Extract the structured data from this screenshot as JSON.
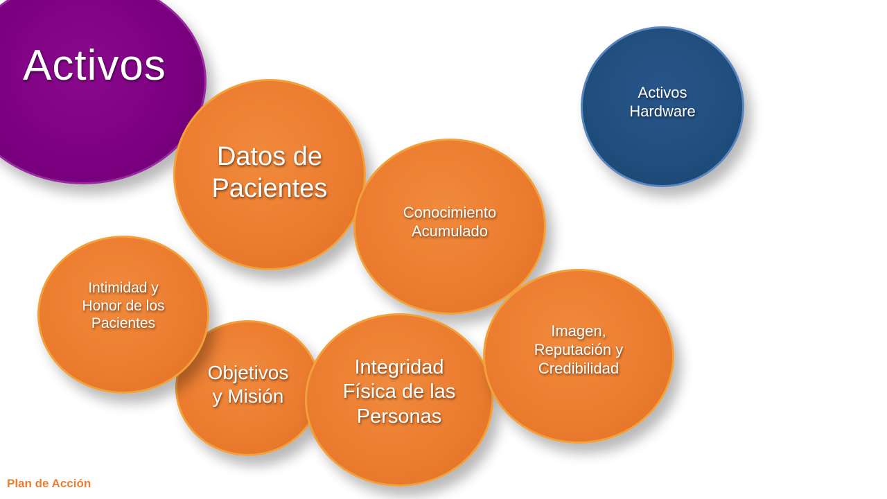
{
  "colors": {
    "orange": "#ec7c30",
    "purple": "#7a0080",
    "blue": "#1f4e7c",
    "text": "#ffffff"
  },
  "title": "Activos",
  "hardware": "Activos\nHardware",
  "nodes": {
    "datos": "Datos de\nPacientes",
    "conocimiento": "Conocimiento\nAcumulado",
    "intimidad": "Intimidad y\nHonor de los\nPacientes",
    "objetivos": "Objetivos\ny Misión",
    "integridad": "Integridad\nFísica de las\nPersonas",
    "imagen": "Imagen,\nReputación y\nCredibilidad"
  },
  "footer": "Plan de Acción"
}
